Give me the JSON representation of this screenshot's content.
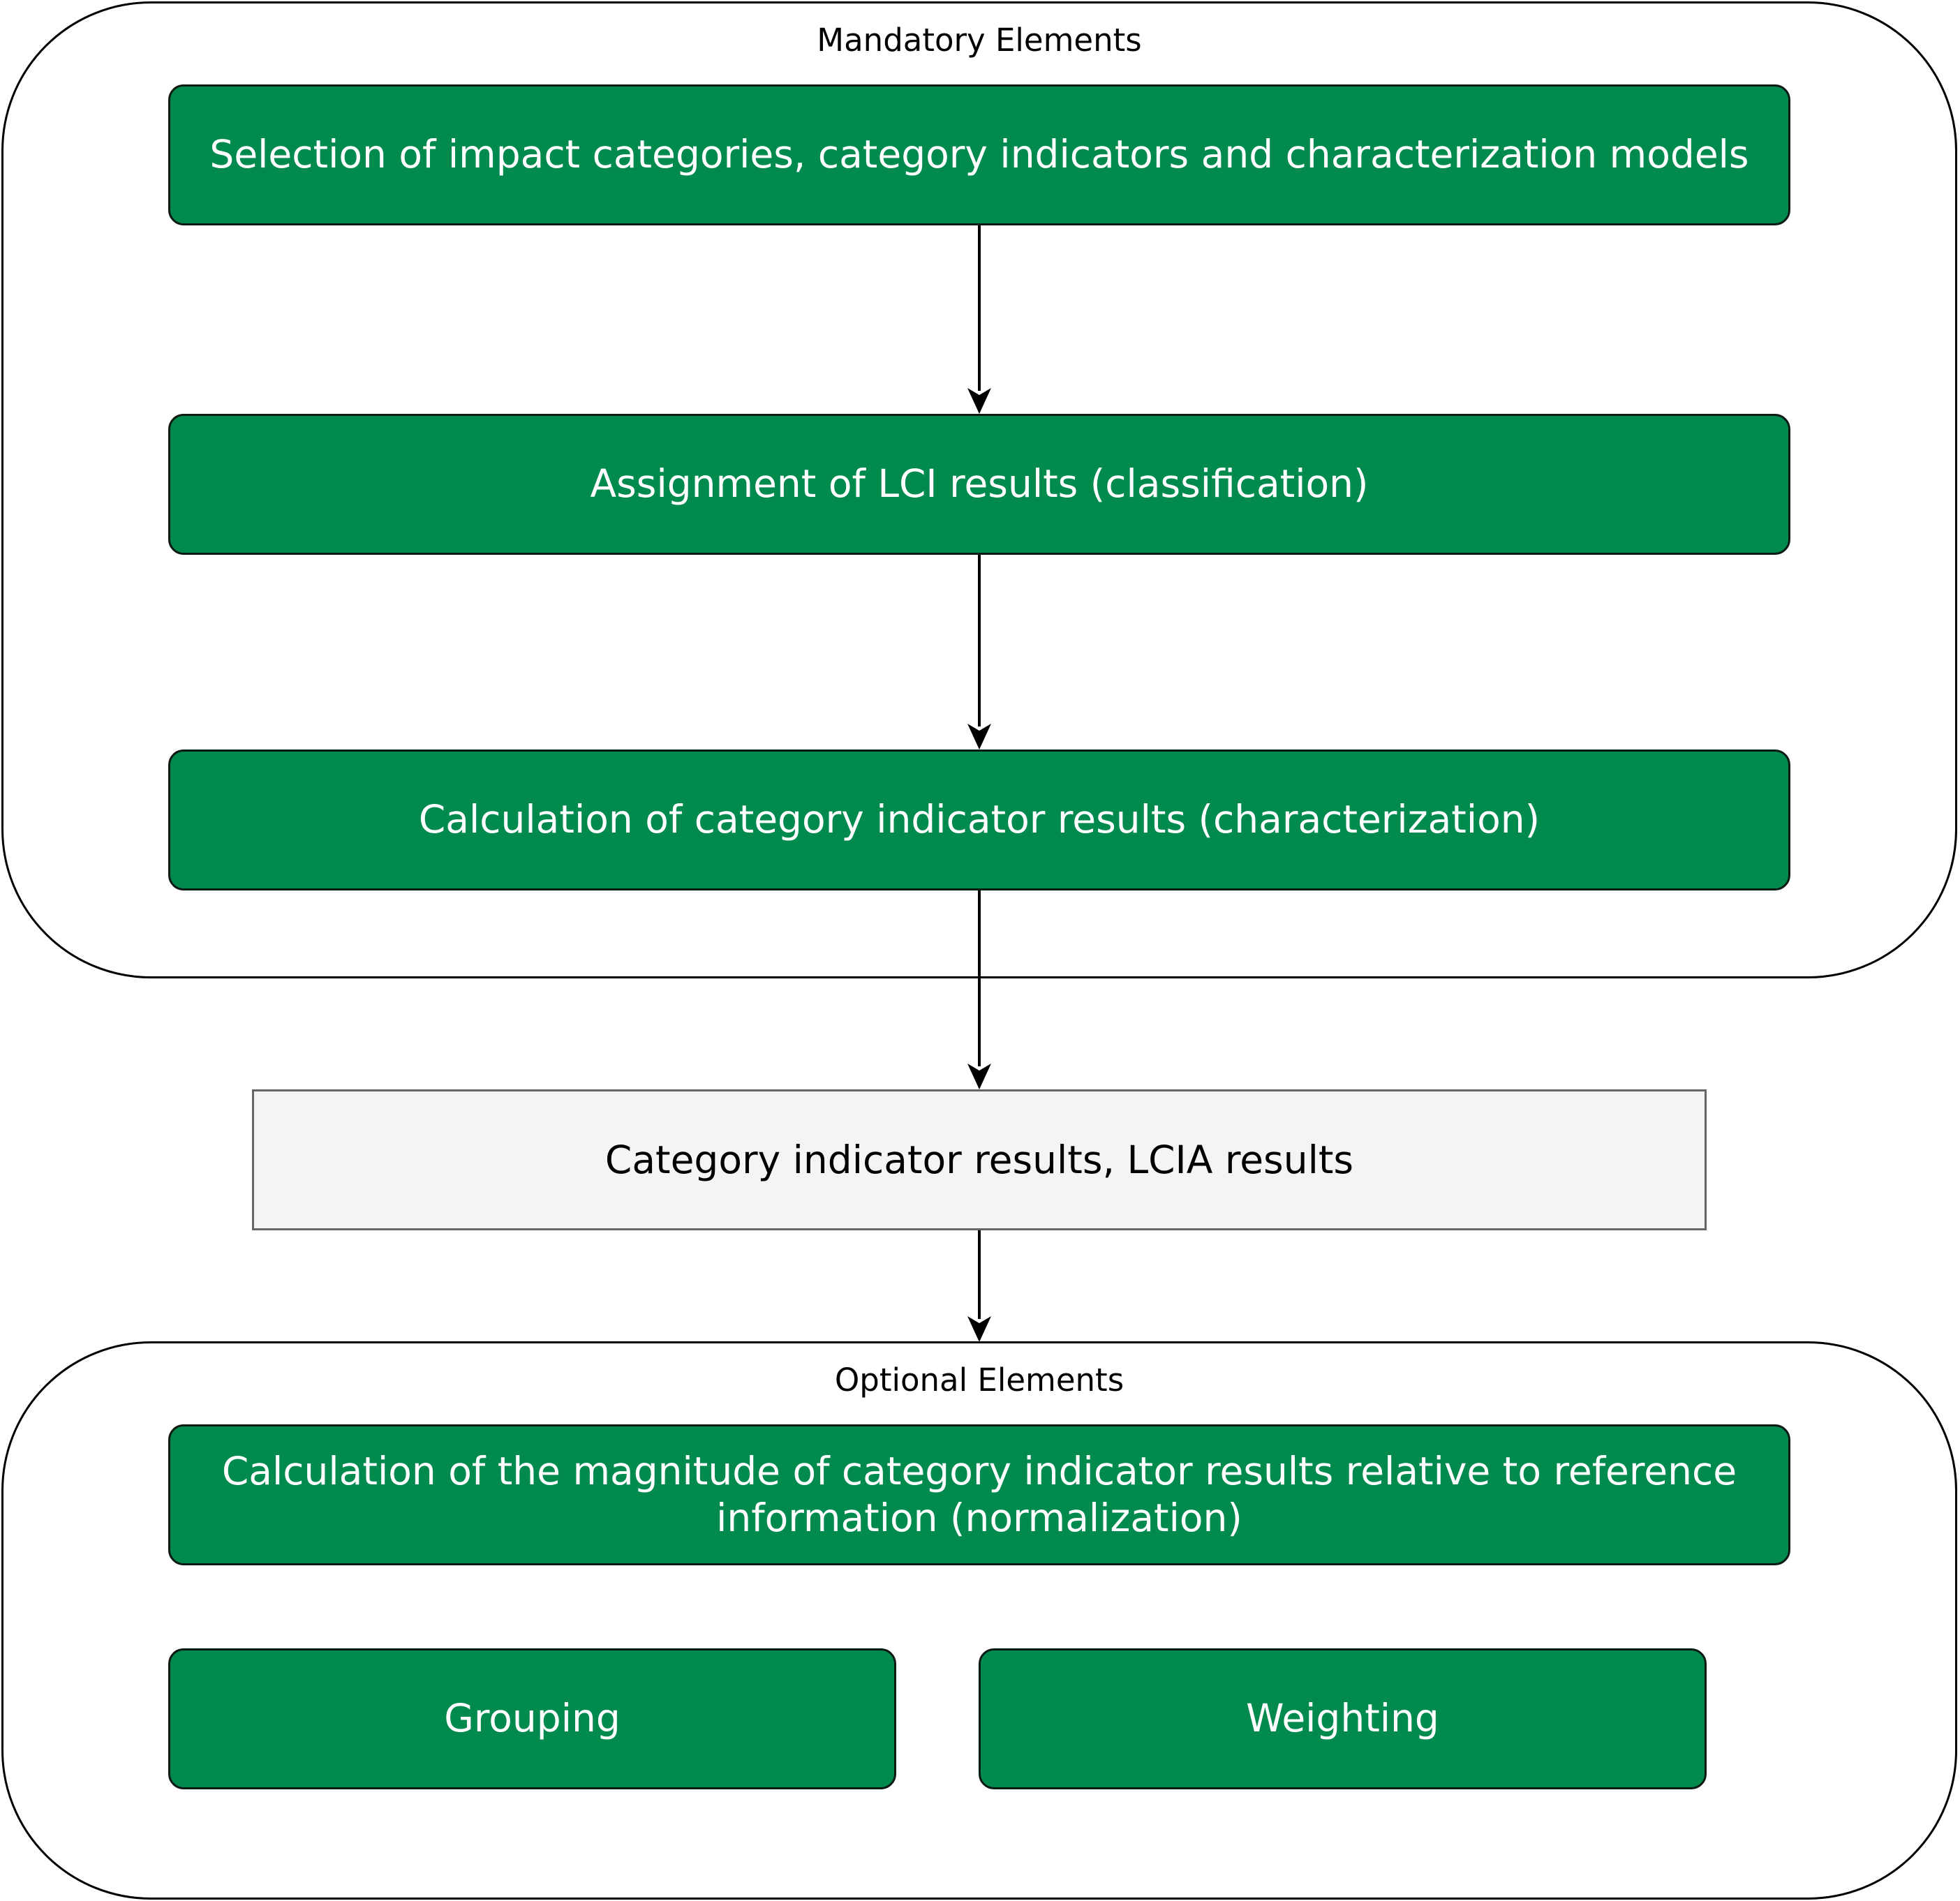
{
  "groups": {
    "mandatory": {
      "label": "Mandatory Elements",
      "steps": [
        "Selection of impact categories, category indicators and characterization models",
        "Assignment of LCI results (classification)",
        "Calculation of category indicator results (characterization)"
      ]
    },
    "optional": {
      "label": "Optional Elements",
      "steps": [
        "Calculation of the magnitude of category indicator results relative to reference information (normalization)",
        "Grouping",
        "Weighting"
      ]
    }
  },
  "result": {
    "label": "Category indicator results, LCIA results"
  },
  "colors": {
    "step_fill": "#008a4e",
    "step_text": "#ffffff",
    "result_fill": "#f4f4f4",
    "result_border": "#666666",
    "line": "#000000"
  }
}
